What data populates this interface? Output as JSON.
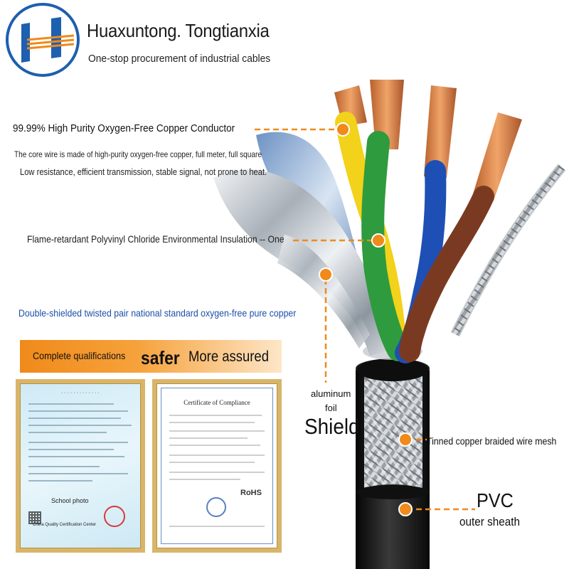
{
  "header": {
    "brand_name": "Huaxuntong. Tongtianxia",
    "tagline": "One-stop procurement of industrial cables"
  },
  "callouts": {
    "conductor_title": "99.99% High Purity Oxygen-Free Copper Conductor",
    "conductor_desc": "The core wire is made of high-purity oxygen-free copper, full meter, full square",
    "conductor_benefit": "Low resistance, efficient transmission, stable signal, not prone to heat.",
    "insulation": "Flame-retardant Polyvinyl Chloride Environmental Insulation -- One",
    "shielding_note": "Double-shielded twisted pair national standard oxygen-free pure copper"
  },
  "banner": {
    "qualifications": "Complete qualifications",
    "safer": "safer",
    "assured": "More assured"
  },
  "certificates": {
    "cert1_photo_label": "School photo",
    "cert1_center": "China Quality Certification Center",
    "cert2_title": "Certificate of Compliance",
    "cert2_mark": "RoHS"
  },
  "cable_labels": {
    "aluminum": "aluminum",
    "foil": "foil",
    "shield": "Shield",
    "braid": "Tinned copper braided wire mesh",
    "pvc": "PVC",
    "sheath": "outer sheath"
  },
  "colors": {
    "accent_orange": "#f08a1a",
    "logo_blue": "#1d5fb0",
    "link_blue": "#1d4fa8",
    "wire_green": "#2e9b3e",
    "wire_yellow": "#f2d21a",
    "wire_blue": "#1e4fb5",
    "wire_brown": "#7a3a22",
    "copper": "#d9824a",
    "sheath_black": "#141414"
  }
}
